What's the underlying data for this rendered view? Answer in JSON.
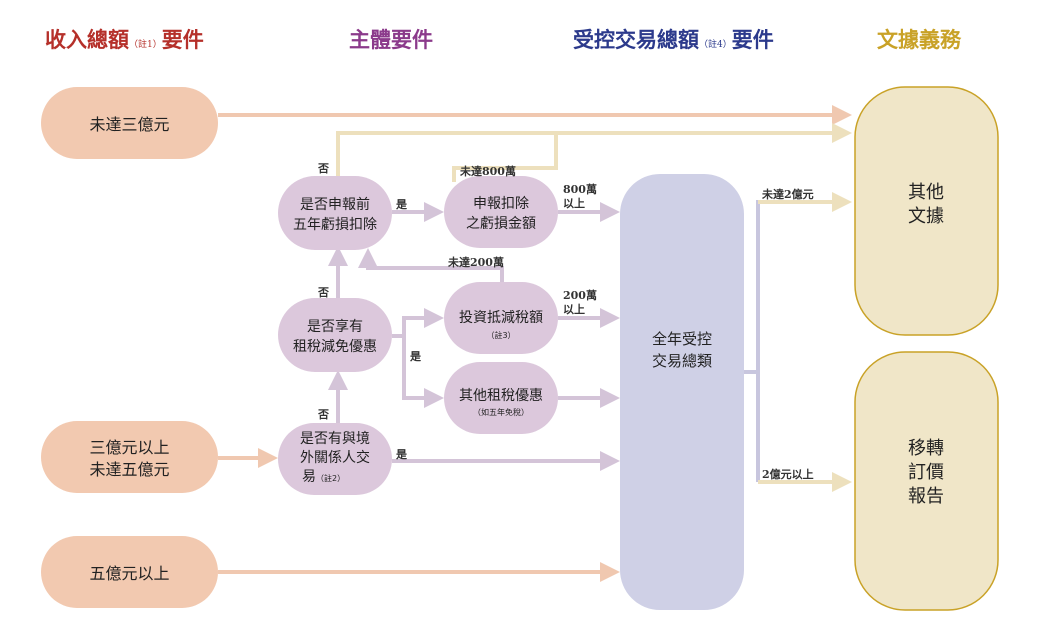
{
  "headers": {
    "income": {
      "main": "收入總額",
      "note": "（註1）",
      "suffix": "要件",
      "color": "#b5302a"
    },
    "entity": {
      "main": "主體要件",
      "color": "#8b3a8b"
    },
    "controlled": {
      "main": "受控交易總額",
      "note": "（註4）",
      "suffix": "要件",
      "color": "#2c3a8c"
    },
    "doc": {
      "main": "文據義務",
      "color": "#c9a227"
    }
  },
  "income_nodes": {
    "below_3": "未達三億元",
    "mid_line1": "三億元以上",
    "mid_line2": "未達五億元",
    "above_5": "五億元以上"
  },
  "decisions": {
    "loss_decl": {
      "line1": "是否申報前",
      "line2": "五年虧損扣除"
    },
    "tax_incentive": {
      "line1": "是否享有",
      "line2": "租稅減免優惠"
    },
    "related_party": {
      "line1": "是否有與境",
      "line2": "外關係人交",
      "line3": "易",
      "note": "（註2）"
    }
  },
  "sub_nodes": {
    "loss_amount": {
      "line1": "申報扣除",
      "line2": "之虧損金額"
    },
    "investment_credit": {
      "line1": "投資抵減稅額",
      "note": "（註3）"
    },
    "other_incentive": {
      "line1": "其他租稅優惠",
      "note": "（如五年免稅）"
    }
  },
  "total_node": {
    "line1": "全年受控",
    "line2": "交易總類"
  },
  "outputs": {
    "other_docs": {
      "line1": "其他",
      "line2": "文據"
    },
    "tp_report": {
      "line1": "移轉",
      "line2": "訂價",
      "line3": "報告"
    }
  },
  "edge_labels": {
    "no1": "否",
    "no2": "否",
    "no3": "否",
    "yes1": "是",
    "yes2": "是",
    "yes3": "是",
    "below_800": "未達800萬",
    "loss_800_line1": "800萬",
    "loss_800_line2": "以上",
    "below_200": "未達200萬",
    "credit_200_line1": "200萬",
    "credit_200_line2": "以上",
    "below_2e": "未達2億元",
    "above_2e": "2億元以上"
  },
  "colors": {
    "income_fill": "#f2c9b0",
    "decision_fill": "#dcc8dc",
    "total_fill": "#cfd0e6",
    "output_fill": "#f0e6c8",
    "output_stroke": "#c9a227",
    "arrow_income": "#f0c8b0",
    "arrow_decision": "#d4c4d8",
    "arrow_total": "#c8c6de",
    "arrow_output": "#ede0bd"
  }
}
